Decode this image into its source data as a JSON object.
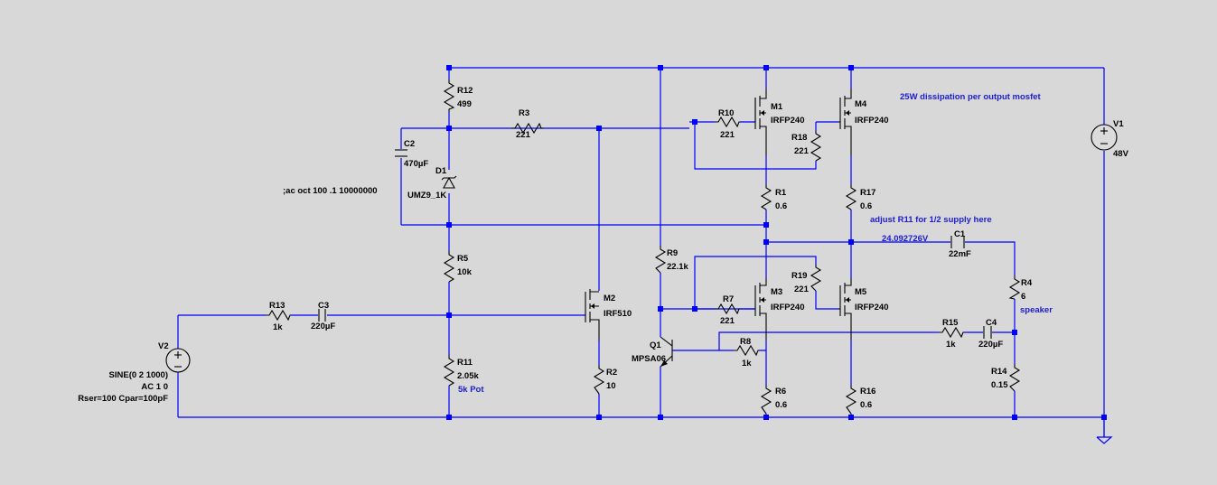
{
  "components": {
    "R12": {
      "ref": "R12",
      "value": "499"
    },
    "R3": {
      "ref": "R3",
      "value": "221"
    },
    "R10": {
      "ref": "R10",
      "value": "221"
    },
    "R18": {
      "ref": "R18",
      "value": "221"
    },
    "R1": {
      "ref": "R1",
      "value": "0.6"
    },
    "R17": {
      "ref": "R17",
      "value": "0.6"
    },
    "R5": {
      "ref": "R5",
      "value": "10k"
    },
    "R9": {
      "ref": "R9",
      "value": "22.1k"
    },
    "R19": {
      "ref": "R19",
      "value": "221"
    },
    "R7": {
      "ref": "R7",
      "value": "221"
    },
    "R13": {
      "ref": "R13",
      "value": "1k"
    },
    "R8": {
      "ref": "R8",
      "value": "1k"
    },
    "R11": {
      "ref": "R11",
      "value": "2.05k"
    },
    "R2": {
      "ref": "R2",
      "value": "10"
    },
    "R6": {
      "ref": "R6",
      "value": "0.6"
    },
    "R16": {
      "ref": "R16",
      "value": "0.6"
    },
    "R4": {
      "ref": "R4",
      "value": "6"
    },
    "R15": {
      "ref": "R15",
      "value": "1k"
    },
    "R14": {
      "ref": "R14",
      "value": "0.15"
    },
    "C1": {
      "ref": "C1",
      "value": "22mF"
    },
    "C2": {
      "ref": "C2",
      "value": "470µF"
    },
    "C3": {
      "ref": "C3",
      "value": "220µF"
    },
    "C4": {
      "ref": "C4",
      "value": "220µF"
    },
    "D1": {
      "ref": "D1",
      "value": "UMZ9_1K"
    },
    "M1": {
      "ref": "M1",
      "value": "IRFP240"
    },
    "M4": {
      "ref": "M4",
      "value": "IRFP240"
    },
    "M3": {
      "ref": "M3",
      "value": "IRFP240"
    },
    "M5": {
      "ref": "M5",
      "value": "IRFP240"
    },
    "M2": {
      "ref": "M2",
      "value": "IRF510"
    },
    "Q1": {
      "ref": "Q1",
      "value": "MPSA06"
    },
    "V1": {
      "ref": "V1",
      "value": "48V"
    },
    "V2": {
      "ref": "V2",
      "line1": "SINE(0 2 1000)",
      "line2": "AC 1 0",
      "line3": "Rser=100 Cpar=100pF"
    }
  },
  "annotations": {
    "dissipation": "25W dissipation per output mosfet",
    "adjust": "adjust R11 for 1/2 supply here",
    "node_voltage": "24.092726V",
    "speaker": "speaker",
    "pot": "5k Pot",
    "ac_directive": ";ac oct 100 .1 10000000"
  },
  "colors": {
    "background": "#d8d8d8",
    "wire": "#0000ff",
    "component": "#000000",
    "annotation": "#1c1cd0"
  }
}
